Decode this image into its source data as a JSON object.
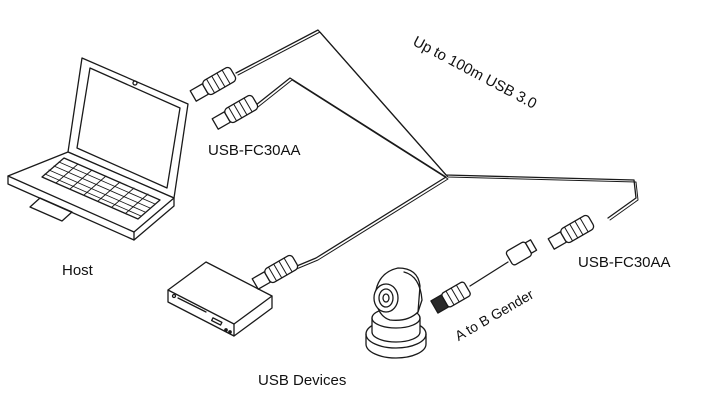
{
  "labels": {
    "host": "Host",
    "usb_devices": "USB Devices",
    "cable_left": "USB-FC30AA",
    "cable_right": "USB-FC30AA",
    "distance": "Up to 100m USB 3.0",
    "gender": "A to B Gender"
  },
  "colors": {
    "stroke": "#1a1a1a",
    "fill": "#ffffff",
    "key_fill": "#2a2a2a"
  }
}
